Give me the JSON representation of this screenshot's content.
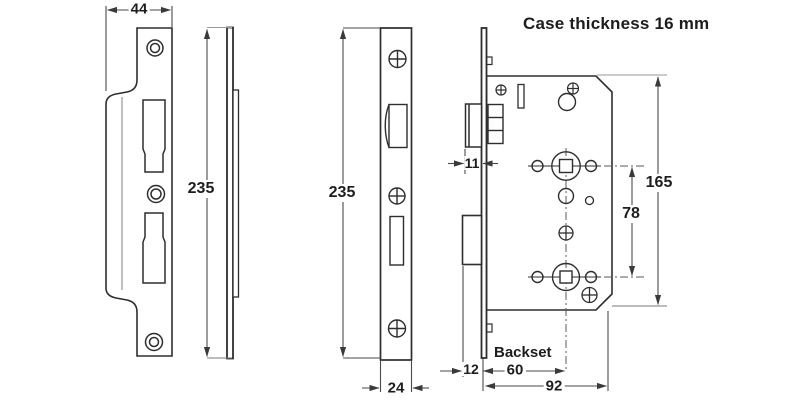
{
  "title": "Case thickness 16 mm",
  "dimensions": {
    "strike_width": "44",
    "strike_height": "235",
    "faceplate_height": "235",
    "faceplate_width": "24",
    "latch_protrusion": "11",
    "deadbolt_protrusion": "12",
    "backset_label": "Backset",
    "backset": "60",
    "case_depth": "92",
    "case_height": "165",
    "follower_spacing": "78"
  }
}
